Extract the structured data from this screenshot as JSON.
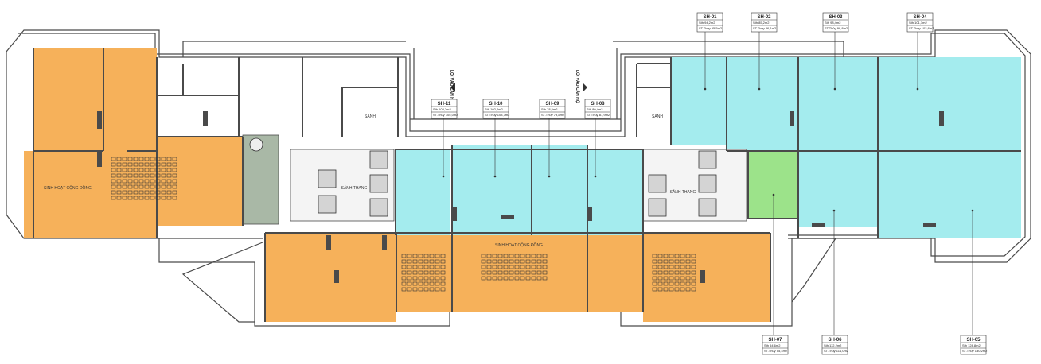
{
  "colors": {
    "community": "#F6B15A",
    "shop": "#A4ECEE",
    "shop_green": "#9CE38A",
    "wall": "#4a4a4a",
    "core": "#c8c8c8",
    "service": "#a9b8a6"
  },
  "labels": {
    "community_left": "SINH HOẠT CỘNG ĐỒNG",
    "community_bottom": "SINH HOẠT CỘNG ĐỒNG",
    "lobby_left": "SẢNH",
    "lobby_right": "SẢNH",
    "elevator_left": "SẢNH THANG",
    "elevator_right": "SẢNH THANG",
    "entrance_left": "LỐI VÀO CĂN HỘ",
    "entrance_right": "LỐI VÀO CĂN HỘ"
  },
  "unit_tags": [
    {
      "id": "SH-01",
      "r1": "Sth 94,2m2",
      "r2": "ST.Thủy 95,5m2"
    },
    {
      "id": "SH-02",
      "r1": "Sth 85,2m2",
      "r2": "ST.Thủy 86,1m2"
    },
    {
      "id": "SH-03",
      "r1": "Sth 98,4m2",
      "r2": "ST.Thủy 99,8m2"
    },
    {
      "id": "SH-04",
      "r1": "Sth 101,1m2",
      "r2": "ST.Thủy 102,6m2"
    },
    {
      "id": "SH-11",
      "r1": "Sth 103,2m2",
      "r2": "ST.Thủy 105,0m2"
    },
    {
      "id": "SH-10",
      "r1": "Sth 102,2m2",
      "r2": "ST.Thủy 103,7m2"
    },
    {
      "id": "SH-09",
      "r1": "Sth 78,5m2",
      "r2": "ST.Thủy 79,8m2"
    },
    {
      "id": "SH-08",
      "r1": "Sth 80,4m2",
      "r2": "ST.Thủy 81,9m2"
    },
    {
      "id": "SH-07",
      "r1": "Sth 54,6m2",
      "r2": "ST.Thủy 55,4m2"
    },
    {
      "id": "SH-06",
      "r1": "Sth 112,2m2",
      "r2": "ST.Thủy 114,0m2"
    },
    {
      "id": "SH-05",
      "r1": "Sth 128,8m2",
      "r2": "ST.Thủy 130,2m2"
    }
  ]
}
